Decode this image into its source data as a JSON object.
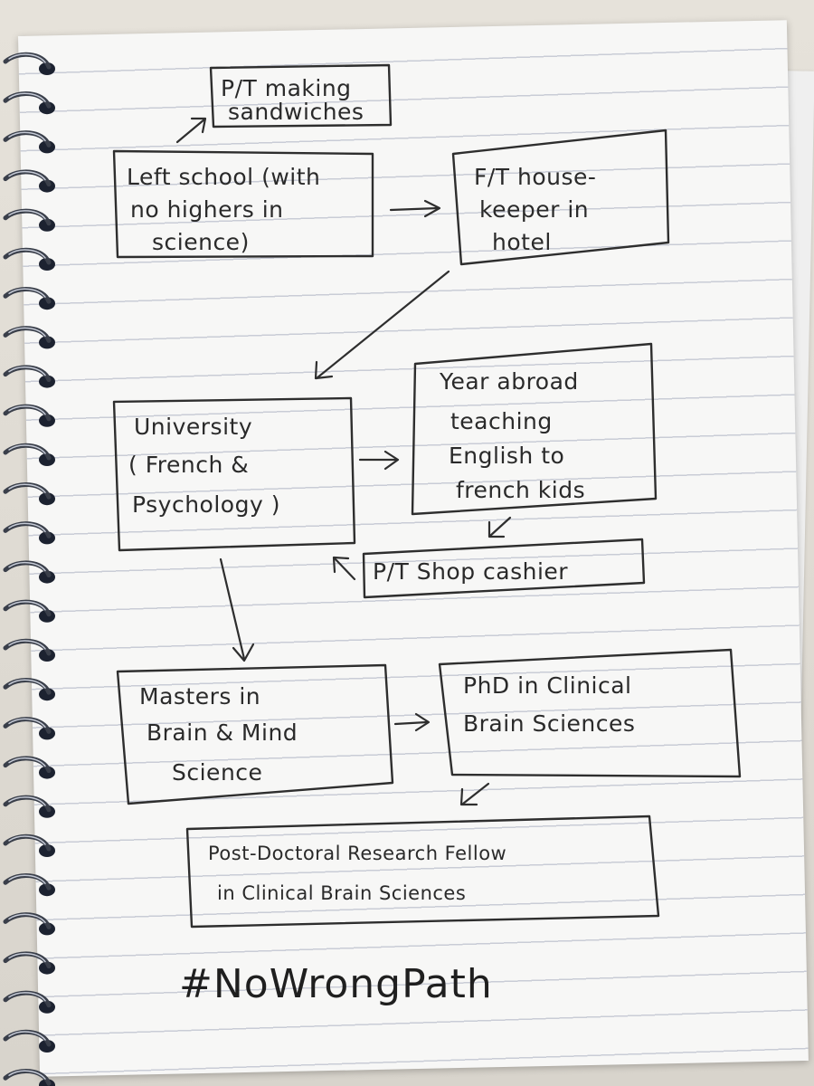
{
  "nodes": {
    "pt_sandwiches": [
      "P/T making",
      "sandwiches"
    ],
    "left_school": [
      "Left school (with",
      "no highers in",
      "science)"
    ],
    "ft_housekeeper": [
      "F/T house-",
      "keeper in",
      "hotel"
    ],
    "university": [
      "University",
      "( French &",
      "Psychology )"
    ],
    "year_abroad": [
      "Year abroad",
      "teaching",
      "English to",
      "french kids"
    ],
    "pt_shop_cashier": [
      "P/T  Shop cashier"
    ],
    "masters": [
      "Masters  in",
      "Brain & Mind",
      "Science"
    ],
    "phd": [
      "PhD in Clinical",
      "Brain Sciences"
    ],
    "postdoc": [
      "Post-Doctoral Research Fellow",
      "in Clinical Brain Sciences"
    ]
  },
  "hashtag": "#NoWrongPath",
  "colors": {
    "ink": "#2e2e2e",
    "paper": "#f7f7f6",
    "ruled_line": "#c9ccd6",
    "spiral": "#3a3f4a"
  }
}
